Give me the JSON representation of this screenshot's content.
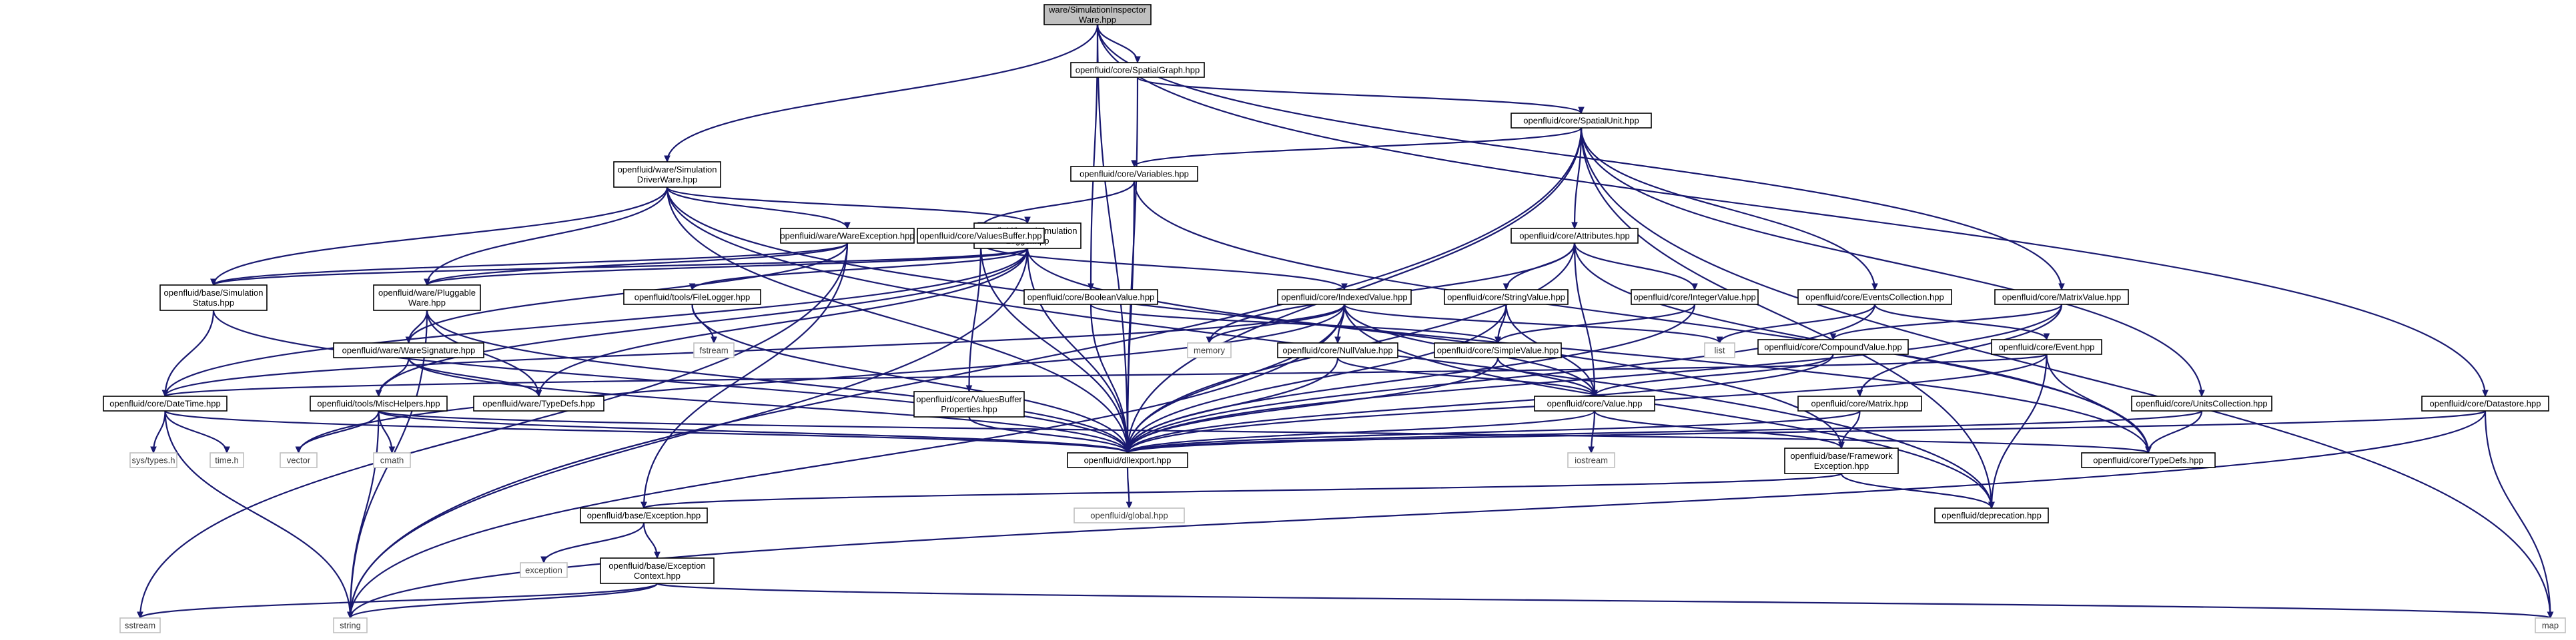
{
  "graph": {
    "nodes": {
      "root": [
        "ware/SimulationInspector",
        "Ware.hpp"
      ],
      "spatialgraph": [
        "openfluid/core/SpatialGraph.hpp"
      ],
      "spatialunit": [
        "openfluid/core/SpatialUnit.hpp"
      ],
      "simdrvware": [
        "openfluid/ware/Simulation",
        "DriverWare.hpp"
      ],
      "variables": [
        "openfluid/core/Variables.hpp"
      ],
      "wareexception": [
        "openfluid/ware/WareException.hpp"
      ],
      "simlogger": [
        "openfluid/base/Simulation",
        "Logger.hpp"
      ],
      "valuesbuffer": [
        "openfluid/core/ValuesBuffer.hpp"
      ],
      "attributes": [
        "openfluid/core/Attributes.hpp"
      ],
      "simstatus": [
        "openfluid/base/Simulation",
        "Status.hpp"
      ],
      "pluggableware": [
        "openfluid/ware/Pluggable",
        "Ware.hpp"
      ],
      "filelogger": [
        "openfluid/tools/FileLogger.hpp"
      ],
      "booleanvalue": [
        "openfluid/core/BooleanValue.hpp"
      ],
      "indexedvalue": [
        "openfluid/core/IndexedValue.hpp"
      ],
      "stringvalue": [
        "openfluid/core/StringValue.hpp"
      ],
      "integervalue": [
        "openfluid/core/IntegerValue.hpp"
      ],
      "eventscoll": [
        "openfluid/core/EventsCollection.hpp"
      ],
      "matrixvalue": [
        "openfluid/core/MatrixValue.hpp"
      ],
      "fstream": [
        "fstream"
      ],
      "memory": [
        "memory"
      ],
      "list": [
        "list"
      ],
      "compoundvalue": [
        "openfluid/core/CompoundValue.hpp"
      ],
      "waresignature": [
        "openfluid/ware/WareSignature.hpp"
      ],
      "nullvalue": [
        "openfluid/core/NullValue.hpp"
      ],
      "simplevalue": [
        "openfluid/core/SimpleValue.hpp"
      ],
      "event": [
        "openfluid/core/Event.hpp"
      ],
      "datetime": [
        "openfluid/core/DateTime.hpp"
      ],
      "waretypedefs": [
        "openfluid/ware/TypeDefs.hpp"
      ],
      "valuebufprops": [
        "openfluid/core/ValuesBuffer",
        "Properties.hpp"
      ],
      "misc": [
        "openfluid/tools/MiscHelpers.hpp"
      ],
      "value": [
        "openfluid/core/Value.hpp"
      ],
      "matrix": [
        "openfluid/core/Matrix.hpp"
      ],
      "unitscoll": [
        "openfluid/core/UnitsCollection.hpp"
      ],
      "datastore": [
        "openfluid/core/Datastore.hpp"
      ],
      "systypes": [
        "sys/types.h"
      ],
      "timeh": [
        "time.h"
      ],
      "vector": [
        "vector"
      ],
      "cmath": [
        "cmath"
      ],
      "dllexport": [
        "openfluid/dllexport.hpp"
      ],
      "coretypedefs": [
        "openfluid/core/TypeDefs.hpp"
      ],
      "iostream": [
        "iostream"
      ],
      "fwexception": [
        "openfluid/base/Framework",
        "Exception.hpp"
      ],
      "global": [
        "openfluid/global.hpp"
      ],
      "baseexception": [
        "openfluid/base/Exception.hpp"
      ],
      "deprecation": [
        "openfluid/deprecation.hpp"
      ],
      "exception": [
        "exception"
      ],
      "exceptioncontext": [
        "openfluid/base/Exception",
        "Context.hpp"
      ],
      "sstream": [
        "sstream"
      ],
      "string": [
        "string"
      ],
      "map": [
        "map"
      ]
    }
  }
}
